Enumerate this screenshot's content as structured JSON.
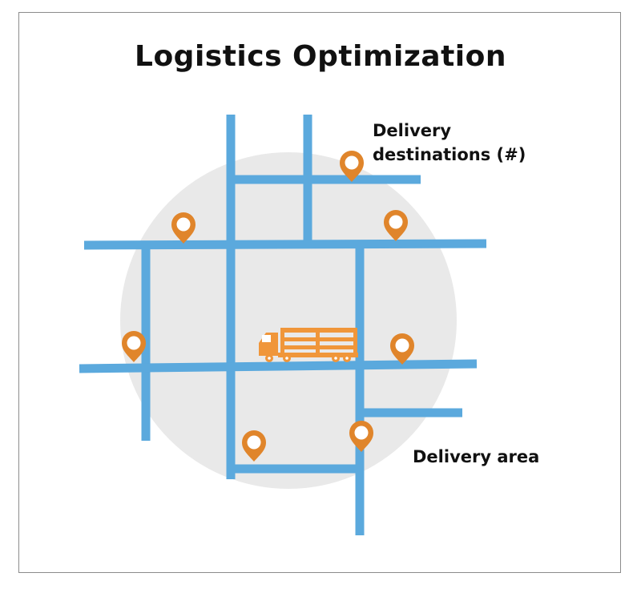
{
  "title": "Logistics Optimization",
  "labels": {
    "destinations_line1": "Delivery",
    "destinations_line2": "destinations (#)",
    "area": "Delivery area"
  },
  "colors": {
    "road": "#5ba9dd",
    "area": "#e9e9e9",
    "pin": "#e0852b",
    "truck": "#f0963a",
    "border": "#8c8c8c"
  },
  "icons": {
    "pin": "map-pin-icon",
    "truck": "truck-icon"
  }
}
